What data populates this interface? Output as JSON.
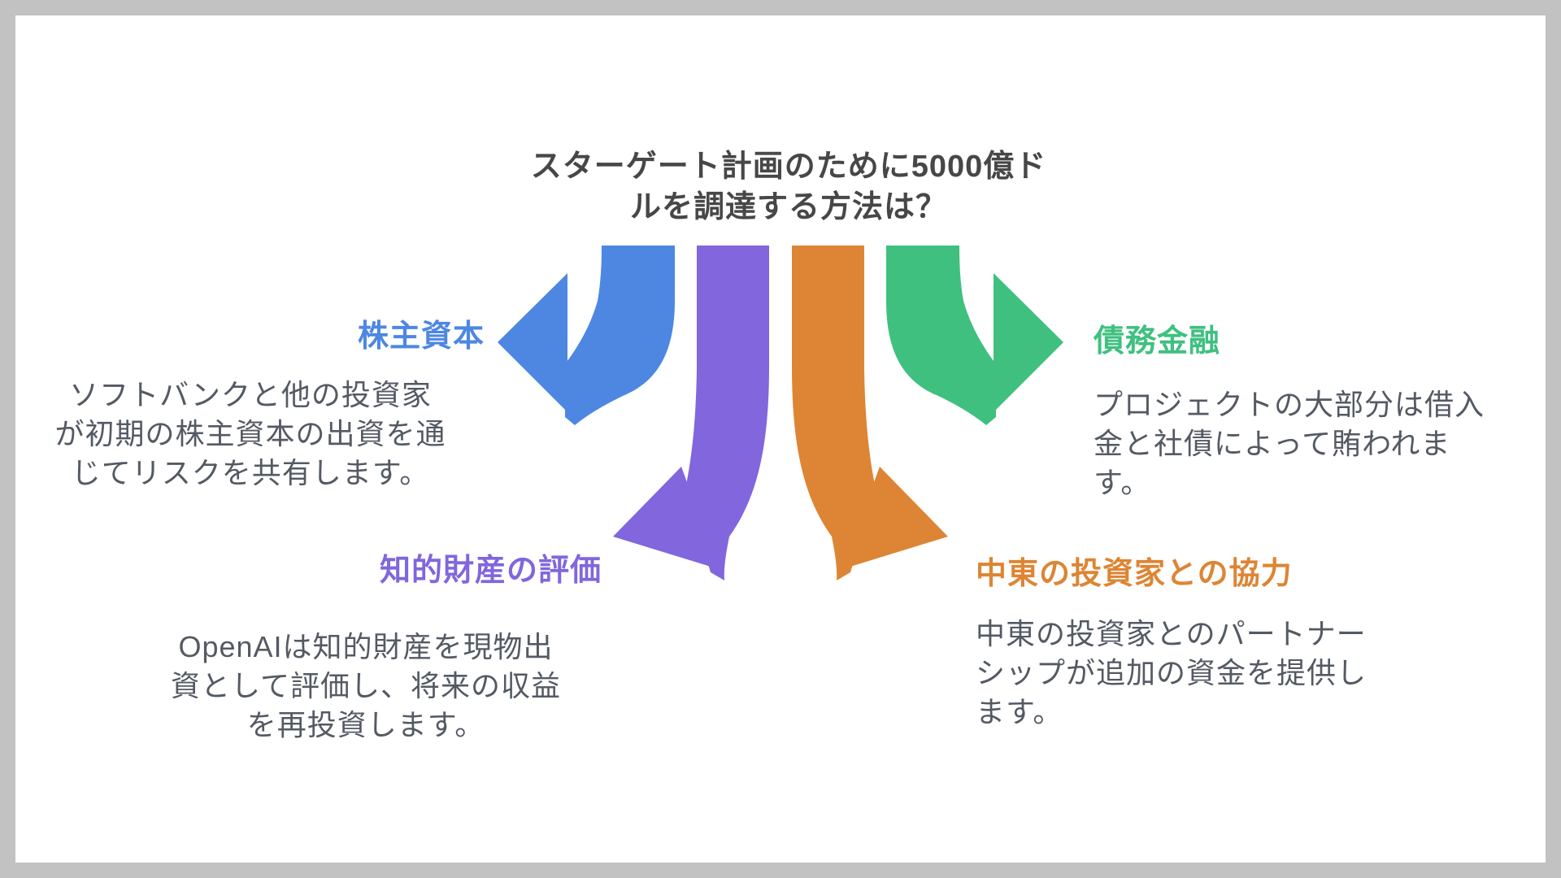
{
  "page": {
    "border_color": "#c2c2c2",
    "canvas_color": "#ffffff"
  },
  "title": {
    "line1": "スターゲート計画のために5000億ド",
    "line2": "ルを調達する方法は？",
    "color": "#474747"
  },
  "sections": {
    "equity": {
      "heading": "株主資本",
      "color": "#4d87e2",
      "body_lines": [
        "ソフトバンクと他の投資家",
        "が初期の株主資本の出資を通",
        "じてリスクを共有します。"
      ]
    },
    "debt": {
      "heading": "債務金融",
      "color": "#3fc07f",
      "body_lines": [
        "プロジェクトの大部分は借入",
        "金と社債によって賄われま",
        "す。"
      ]
    },
    "ip": {
      "heading": "知的財産の評価",
      "color": "#8166dd",
      "body_lines": [
        "OpenAIは知的財産を現物出",
        "資として評価し、将来の収益",
        "を再投資します。"
      ]
    },
    "mideast": {
      "heading": "中東の投資家との協力",
      "color": "#dd8534",
      "body_lines": [
        "中東の投資家とのパートナー",
        "シップが追加の資金を提供し",
        "ます。"
      ]
    }
  },
  "arrows": {
    "blue": "#4d87e2",
    "purple": "#8166dd",
    "orange": "#dd8534",
    "green": "#3fc07f"
  },
  "body_text_color": "#545a64"
}
